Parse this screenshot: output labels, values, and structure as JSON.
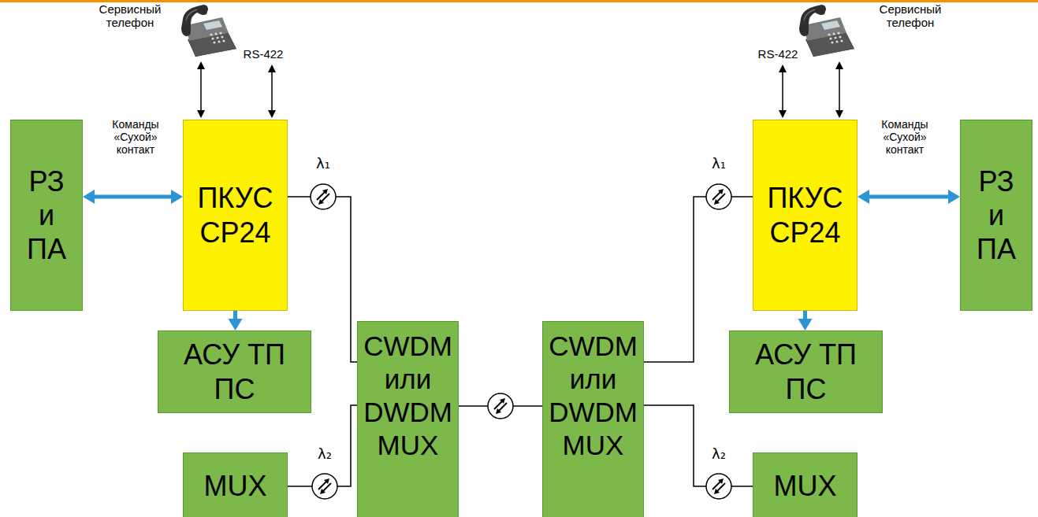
{
  "diagram": {
    "nodes": [
      {
        "text": [
          "РЗ и ПА"
        ]
      },
      {
        "text": [
          "ПКУС СР24"
        ]
      },
      {
        "text": [
          "ПКУС СР24"
        ]
      },
      {
        "text": [
          "РЗ и ПА"
        ]
      },
      {
        "text": [
          "АСУ ТП ПС"
        ]
      },
      {
        "text": [
          "CWDM или DWDM MUX"
        ]
      },
      {
        "text": [
          "CWDM или DWDM MUX"
        ]
      },
      {
        "text": [
          "АСУ ТП ПС"
        ]
      },
      {
        "text": [
          "MUX"
        ]
      },
      {
        "text": [
          "MUX"
        ]
      }
    ],
    "edges": [
      {
        "from": 0,
        "to": 1,
        "arrow": "both"
      },
      {
        "from": 1,
        "to": 4,
        "arrow": "to"
      },
      {
        "from": 1,
        "to": 5,
        "arrow": "none",
        "label": "λ₁"
      },
      {
        "from": 8,
        "to": 5,
        "arrow": "none",
        "label": "λ₂"
      },
      {
        "from": 5,
        "to": 6,
        "arrow": "none"
      },
      {
        "from": 2,
        "to": 6,
        "arrow": "none",
        "label": "λ₁"
      },
      {
        "from": 9,
        "to": 6,
        "arrow": "none",
        "label": "λ₂"
      },
      {
        "from": 3,
        "to": 2,
        "arrow": "both"
      },
      {
        "from": 2,
        "to": 7,
        "arrow": "to"
      }
    ],
    "labels": [
      "Сервисный телефон",
      "RS-422",
      "Команды «Сухой» контакт",
      "RS-422",
      "Сервисный телефон",
      "Команды «Сухой» контакт"
    ]
  }
}
